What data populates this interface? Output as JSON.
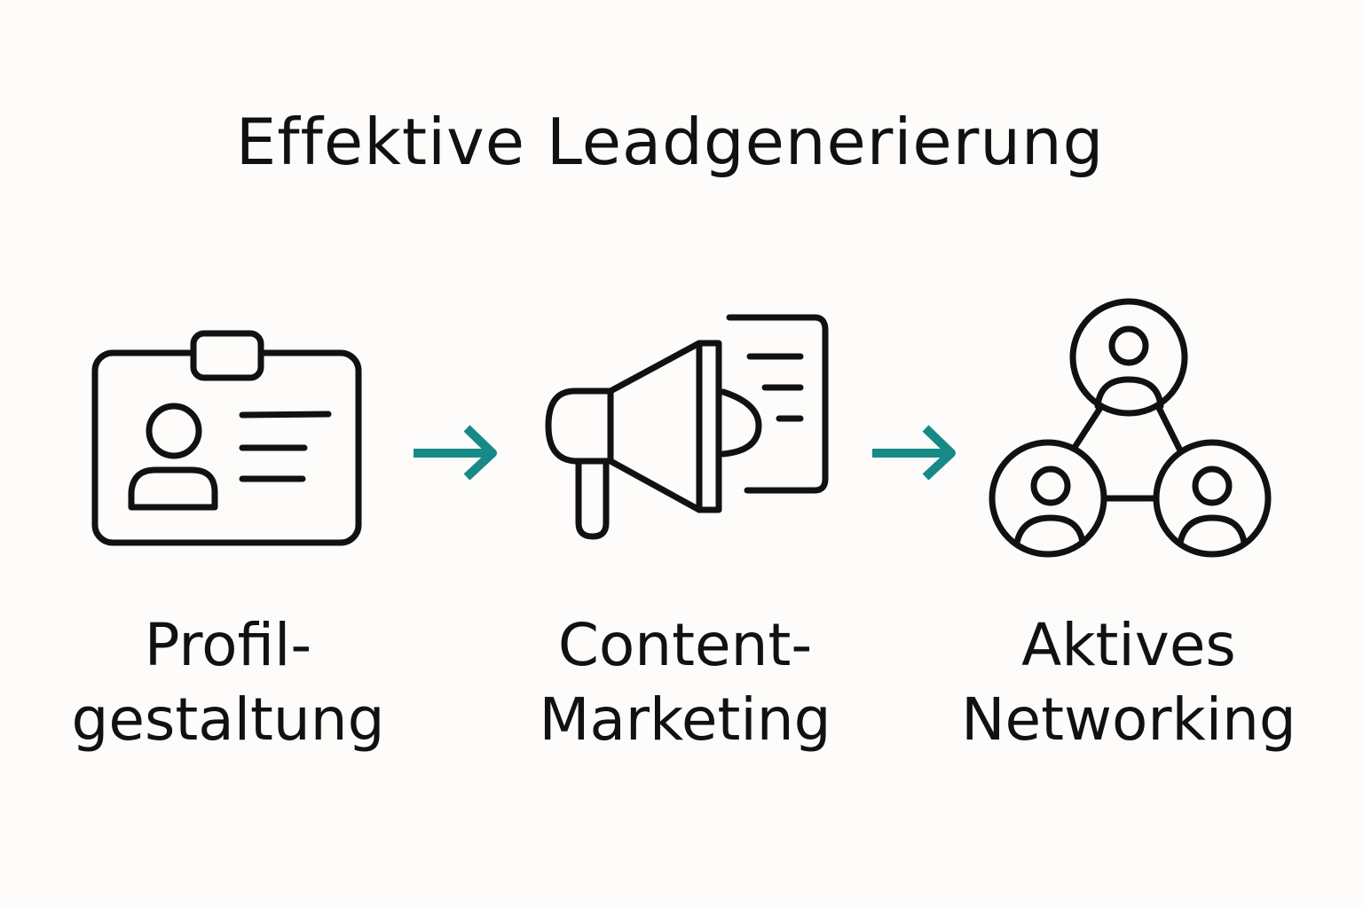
{
  "title": "Effektive Leadgenerierung",
  "colors": {
    "arrow": "#178a87",
    "stroke": "#111111",
    "background": "#fdfcfa"
  },
  "steps": [
    {
      "icon": "id-card-icon",
      "line1": "Profil-",
      "line2": "gestaltung"
    },
    {
      "icon": "megaphone-document-icon",
      "line1": "Content-",
      "line2": "Marketing"
    },
    {
      "icon": "network-people-icon",
      "line1": "Aktives",
      "line2": "Networking"
    }
  ]
}
